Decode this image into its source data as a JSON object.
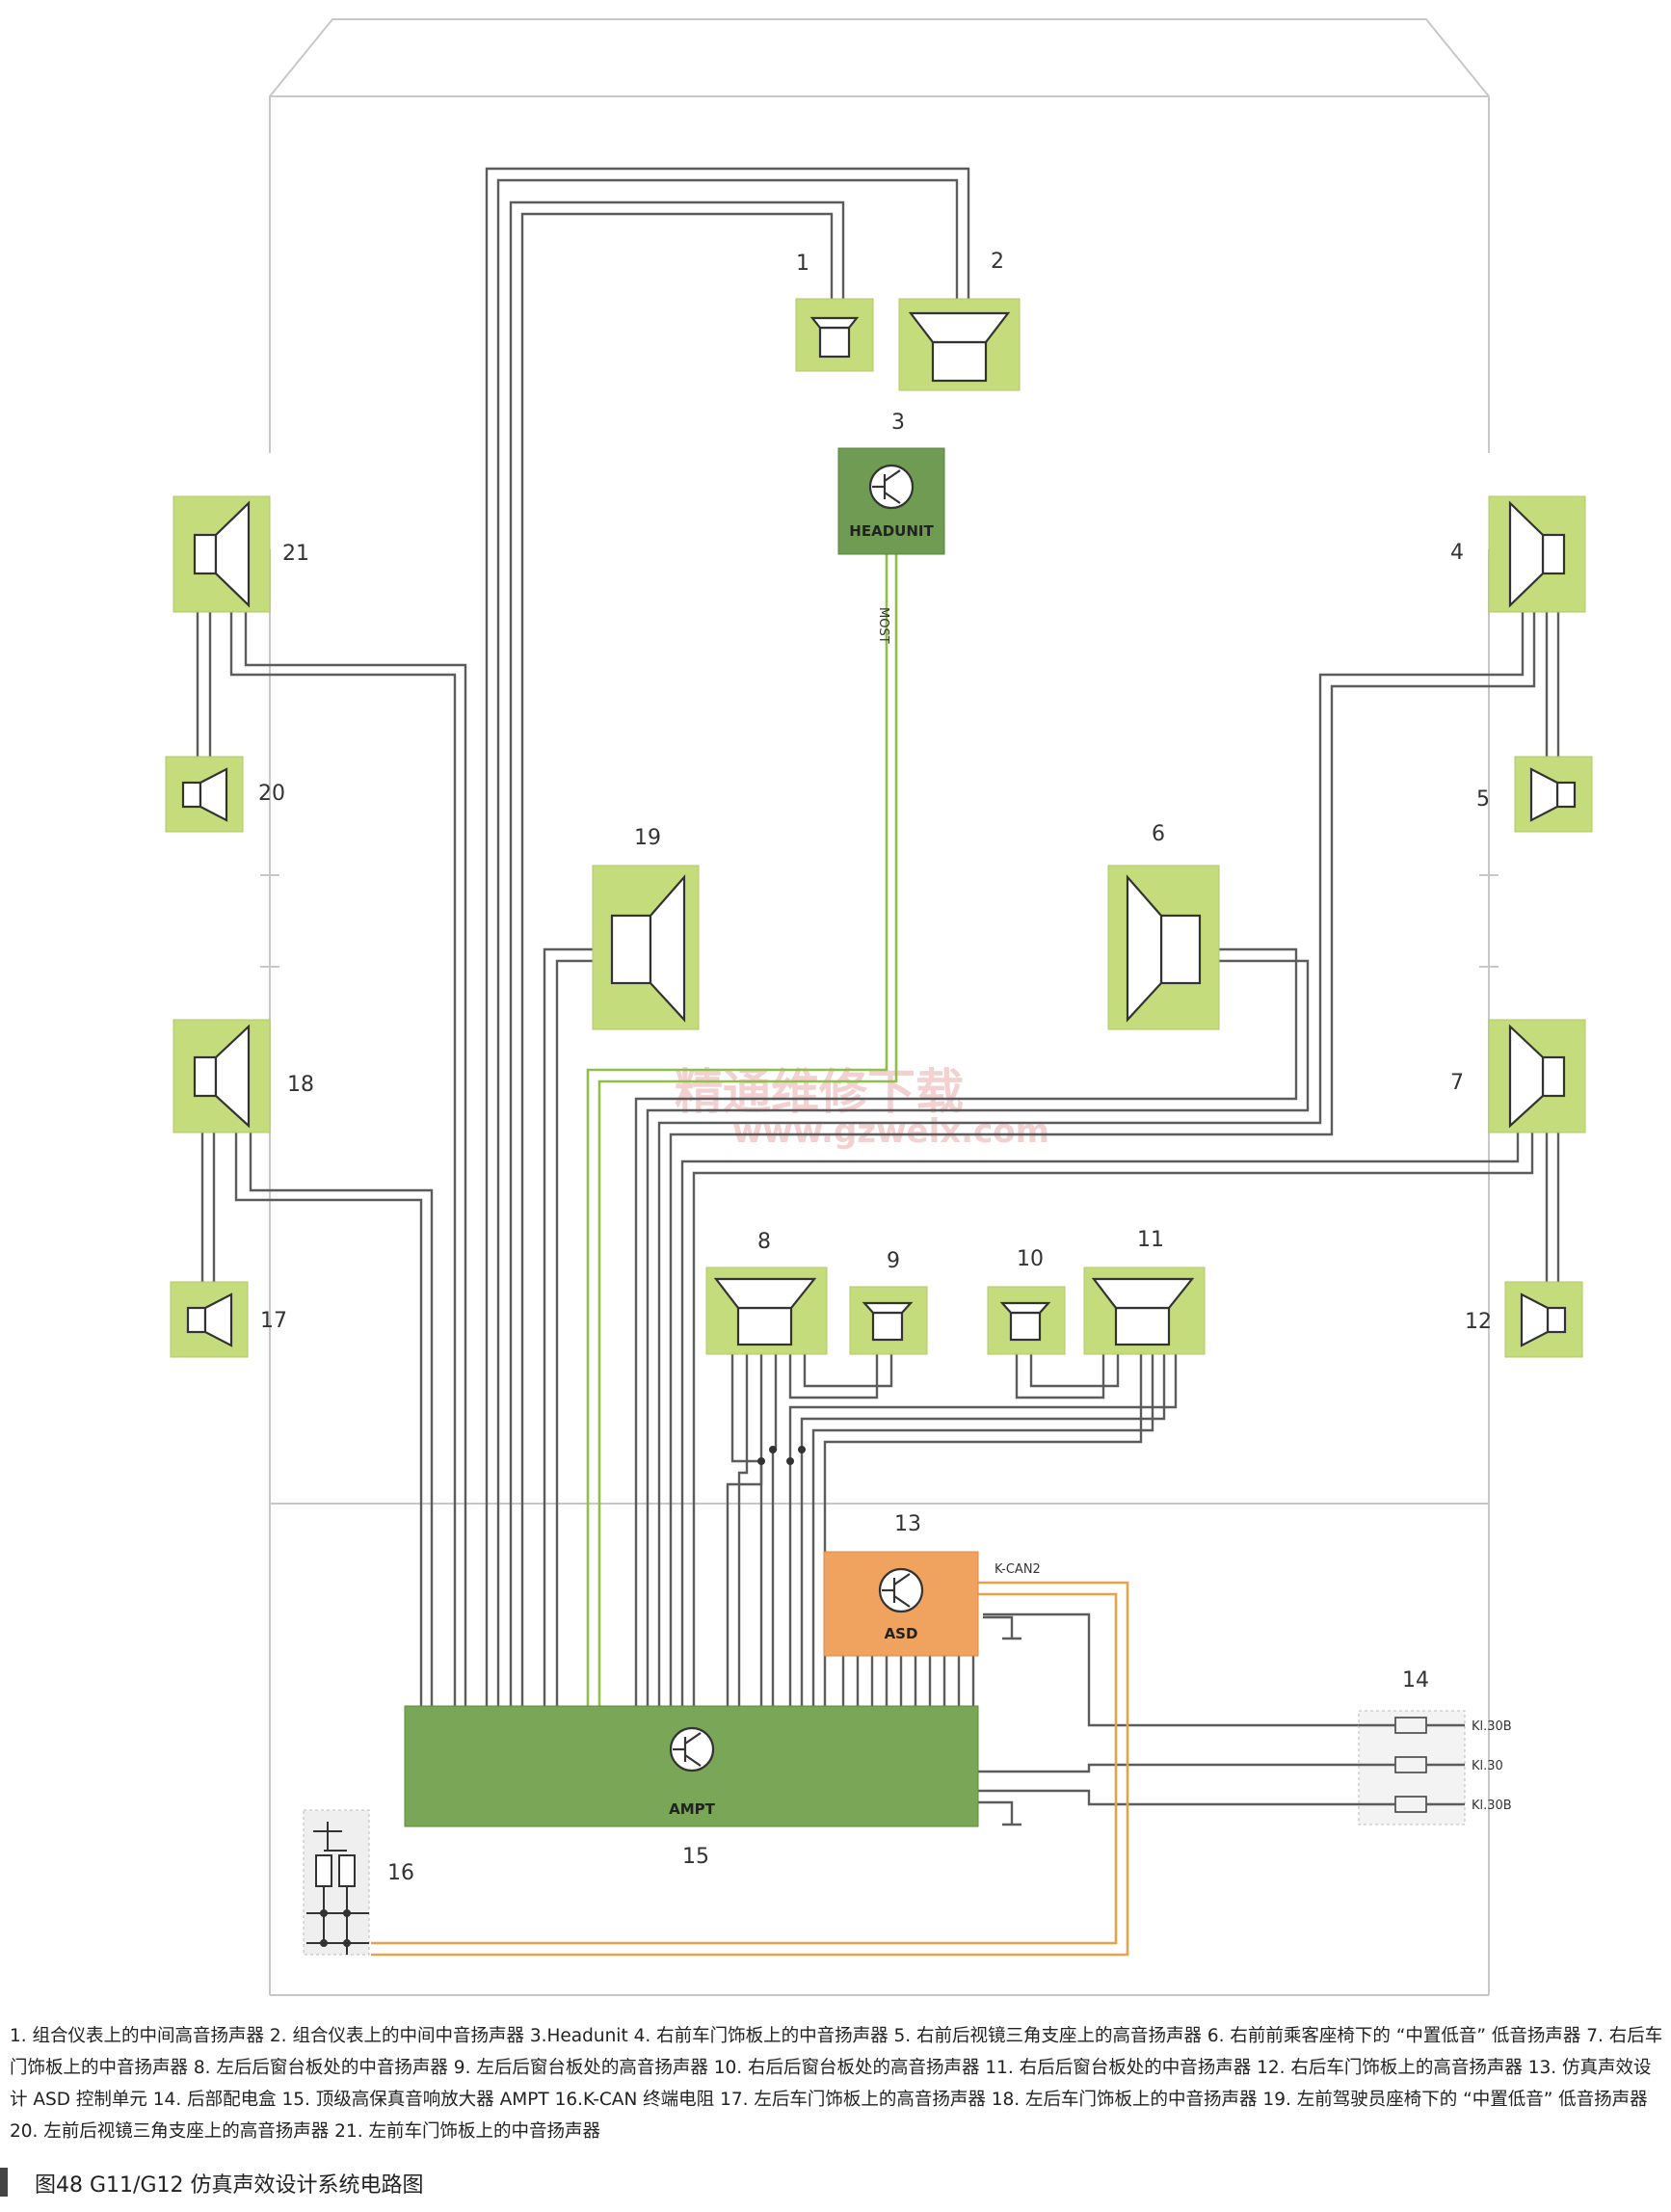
{
  "numbers": [
    "1",
    "2",
    "3",
    "4",
    "5",
    "6",
    "7",
    "8",
    "9",
    "10",
    "11",
    "12",
    "13",
    "14",
    "15",
    "16",
    "17",
    "18",
    "19",
    "20",
    "21"
  ],
  "units": {
    "headunit": "HEADUNIT",
    "asd": "ASD",
    "ampt": "AMPT"
  },
  "wire_labels": {
    "most": "MOST",
    "kcan2": "K-CAN2",
    "kl30b_1": "Kl.30B",
    "kl30": "Kl.30",
    "kl30b_2": "Kl.30B"
  },
  "watermark": {
    "cn": "精通维修下载",
    "url": "www.gzweix.com"
  },
  "legend_text": "1. 组合仪表上的中间高音扬声器 2. 组合仪表上的中间中音扬声器 3.Headunit 4. 右前车门饰板上的中音扬声器 5. 右前后视镜三角支座上的高音扬声器 6. 右前前乘客座椅下的 “中置低音” 低音扬声器 7. 右后车门饰板上的中音扬声器 8. 左后后窗台板处的中音扬声器 9. 左后后窗台板处的高音扬声器 10. 右后后窗台板处的高音扬声器 11. 右后后窗台板处的中音扬声器 12. 右后车门饰板上的高音扬声器 13. 仿真声效设计 ASD 控制单元 14. 后部配电盒 15. 顶级高保真音响放大器 AMPT 16.K-CAN 终端电阻 17. 左后车门饰板上的高音扬声器 18. 左后车门饰板上的中音扬声器 19. 左前驾驶员座椅下的 “中置低音” 低音扬声器 20. 左前后视镜三角支座上的高音扬声器 21. 左前车门饰板上的中音扬声器",
  "caption": "图48  G11/G12 仿真声效设计系统电路图",
  "colors": {
    "speaker_bg": "#c5dc7c",
    "amp_bg": "#7aa657",
    "asd_bg": "#f0a35e",
    "headunit_bg": "#6f9c52",
    "most_wire": "#8fbf4a",
    "kcan_wire": "#e9a24a"
  }
}
